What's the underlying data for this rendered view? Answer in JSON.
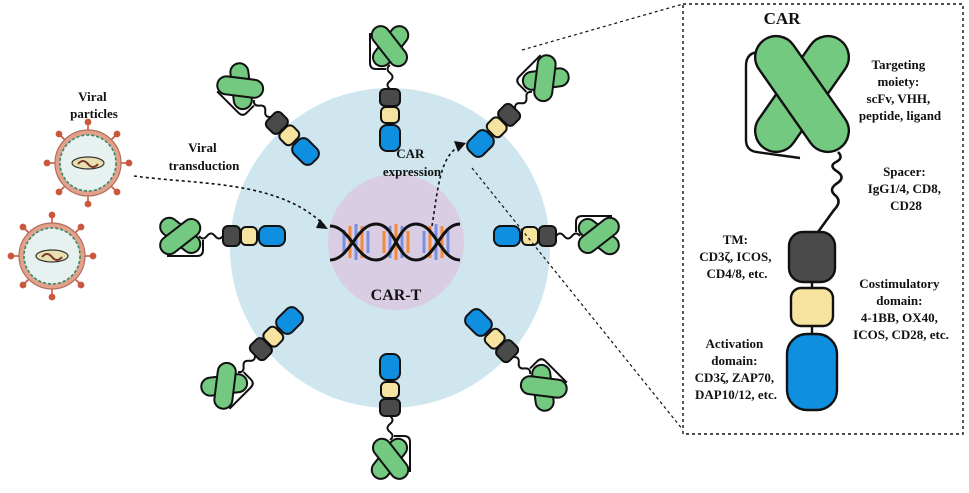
{
  "virus": {
    "label_lines": [
      "Viral",
      "particles"
    ],
    "transduction_lines": [
      "Viral",
      "transduction"
    ]
  },
  "cell": {
    "label": "CAR-T",
    "expression_lines": [
      "CAR",
      "expression"
    ]
  },
  "detail": {
    "title": "CAR",
    "targeting_lines": [
      "Targeting",
      "moiety:",
      "scFv, VHH,",
      "peptide, ligand"
    ],
    "spacer_lines": [
      "Spacer:",
      "IgG1/4, CD8,",
      "CD28"
    ],
    "tm_lines": [
      "TM:",
      "CD3ζ, ICOS,",
      "CD4/8, etc."
    ],
    "costim_lines": [
      "Costimulatory",
      "domain:",
      "4-1BB, OX40,",
      "ICOS, CD28, etc."
    ],
    "activation_lines": [
      "Activation",
      "domain:",
      "CD3ζ, ZAP70,",
      "DAP10/12, etc."
    ]
  },
  "colors": {
    "cell_outer": "#cfe6ef",
    "cell_nucleus": "#d9cde3",
    "scfv_green": "#72c97f",
    "tm_dark": "#4a4a4a",
    "costim_yellow": "#f7e3a0",
    "activation_blue": "#0e8fe0",
    "virus_envelope": "#e3a08a",
    "virus_inner": "#e6f1f0",
    "virus_spike": "#c9583f",
    "dna_blue": "#7b8fe0",
    "dna_orange": "#f28a3a"
  }
}
